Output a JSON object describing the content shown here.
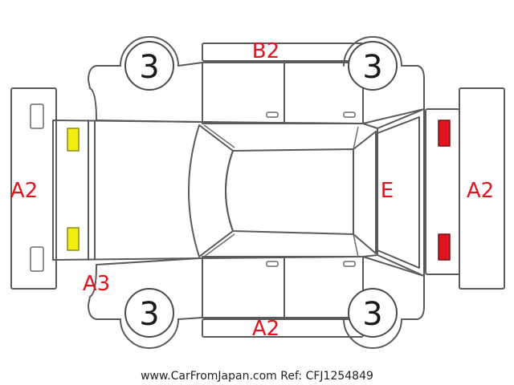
{
  "colors": {
    "code_text": "#e0141e",
    "yellow_marker": "#f2ee10",
    "red_marker": "#e0141e",
    "outline": "#5a5a5a"
  },
  "tires": {
    "front_left": "3",
    "front_right": "3",
    "rear_left": "3",
    "rear_right": "3"
  },
  "damage_codes": {
    "top_doors": "B2",
    "bottom_doors": "A2",
    "front_bumper": "A2",
    "rear_bumper": "A2",
    "rear_hatch": "E",
    "front_left_corner": "A3"
  },
  "markers": {
    "front_lights": "yellow-marker-icon",
    "rear_lights": "red-marker-icon"
  },
  "footer": {
    "text": "www.CarFromJapan.com Ref: CFJ1254849"
  }
}
